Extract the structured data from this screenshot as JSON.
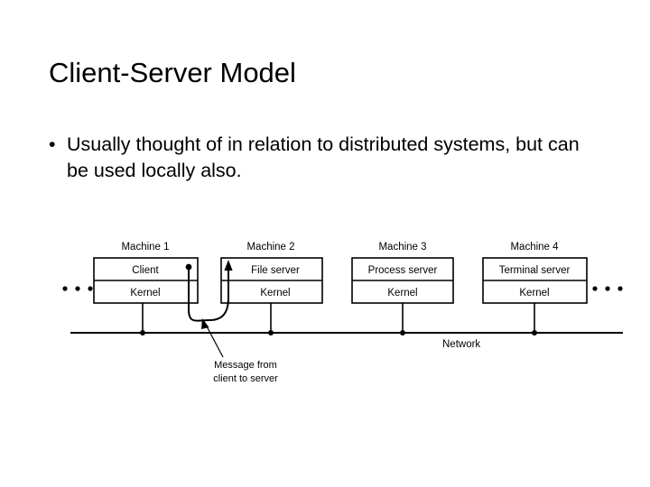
{
  "slide": {
    "title": "Client-Server Model",
    "bullets": [
      "Usually thought of in relation to distributed systems, but can be used locally also."
    ]
  },
  "diagram": {
    "machines": [
      {
        "label": "Machine 1",
        "top": "Client",
        "bottom": "Kernel"
      },
      {
        "label": "Machine 2",
        "top": "File server",
        "bottom": "Kernel"
      },
      {
        "label": "Machine 3",
        "top": "Process server",
        "bottom": "Kernel"
      },
      {
        "label": "Machine 4",
        "top": "Terminal server",
        "bottom": "Kernel"
      }
    ],
    "network_label": "Network",
    "annotation": {
      "line1": "Message from",
      "line2": "client to server"
    },
    "ellipsis": "•  •  •",
    "colors": {
      "stroke": "#000000",
      "fill": "#ffffff",
      "background": "#ffffff"
    }
  }
}
